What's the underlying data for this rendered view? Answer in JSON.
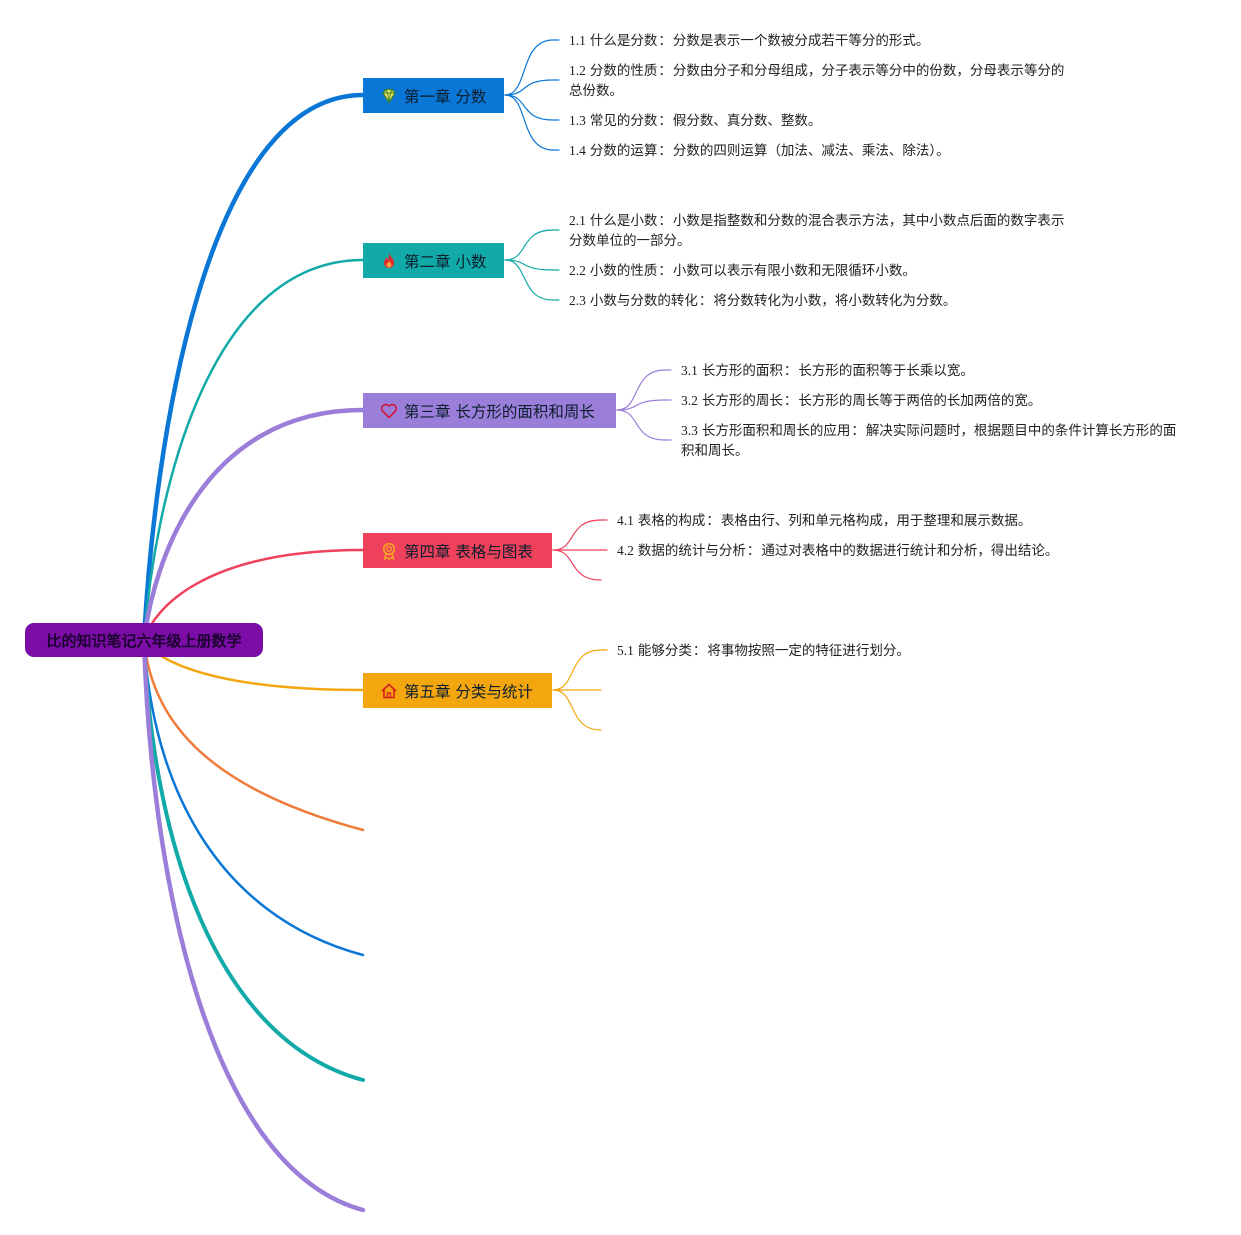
{
  "root": {
    "title": "比的知识笔记六年级上册数学",
    "color": "#7b0da6"
  },
  "chapters": [
    {
      "title": "第一章 分数",
      "icon": "diamond-icon",
      "color": "#0a76d6",
      "items": [
        {
          "num": "1.1",
          "label": "什么是分数",
          "text": "分数是表示一个数被分成若干等分的形式。"
        },
        {
          "num": "1.2",
          "label": "分数的性质",
          "text": "分数由分子和分母组成，分子表示等分中的份数，分母表示等分的总份数。"
        },
        {
          "num": "1.3",
          "label": "常见的分数",
          "text": "假分数、真分数、整数。"
        },
        {
          "num": "1.4",
          "label": "分数的运算",
          "text": "分数的四则运算（加法、减法、乘法、除法）。"
        }
      ]
    },
    {
      "title": "第二章 小数",
      "icon": "fire-icon",
      "color": "#12aaa8",
      "items": [
        {
          "num": "2.1",
          "label": "什么是小数",
          "text": "小数是指整数和分数的混合表示方法，其中小数点后面的数字表示分数单位的一部分。"
        },
        {
          "num": "2.2",
          "label": "小数的性质",
          "text": "小数可以表示有限小数和无限循环小数。"
        },
        {
          "num": "2.3",
          "label": "小数与分数的转化",
          "text": "将分数转化为小数，将小数转化为分数。"
        }
      ]
    },
    {
      "title": "第三章 长方形的面积和周长",
      "icon": "heart-icon",
      "color": "#9b7ed9",
      "items": [
        {
          "num": "3.1",
          "label": "长方形的面积",
          "text": "长方形的面积等于长乘以宽。"
        },
        {
          "num": "3.2",
          "label": "长方形的周长",
          "text": "长方形的周长等于两倍的长加两倍的宽。"
        },
        {
          "num": "3.3",
          "label": "长方形面积和周长的应用",
          "text": "解决实际问题时，根据题目中的条件计算长方形的面积和周长。"
        }
      ]
    },
    {
      "title": "第四章 表格与图表",
      "icon": "award-icon",
      "color": "#f0415c",
      "items": [
        {
          "num": "4.1",
          "label": "表格的构成",
          "text": "表格由行、列和单元格构成，用于整理和展示数据。"
        },
        {
          "num": "4.2",
          "label": "数据的统计与分析",
          "text": "通过对表格中的数据进行统计和分析，得出结论。"
        }
      ]
    },
    {
      "title": "第五章 分类与统计",
      "icon": "home-icon",
      "color": "#f3a60e",
      "items": [
        {
          "num": "5.1",
          "label": "能够分类",
          "text": "将事物按照一定的特征进行划分。"
        }
      ]
    }
  ],
  "extra_branch_colors": [
    "#f07c3b",
    "#0a76d6",
    "#12aaa8",
    "#9b7ed9"
  ]
}
